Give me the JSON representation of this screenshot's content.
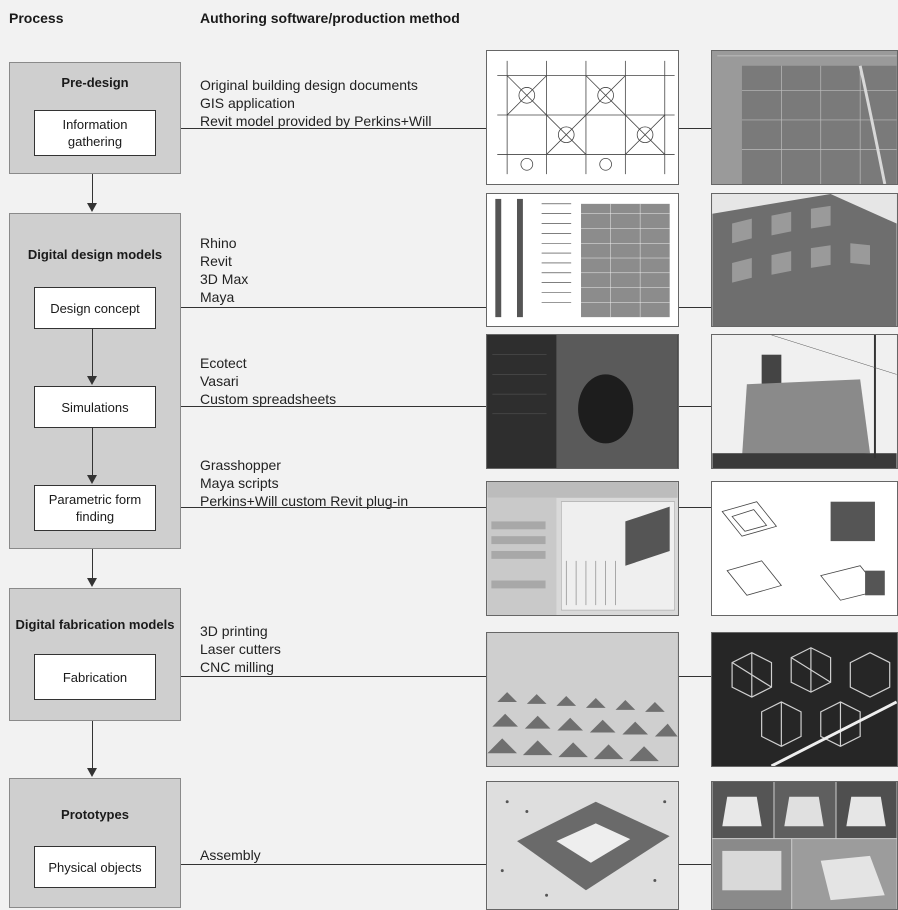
{
  "headers": {
    "process": "Process",
    "authoring": "Authoring software/production method"
  },
  "stages": {
    "predesign": {
      "title": "Pre-design",
      "steps": [
        "Information\ngathering"
      ]
    },
    "digital_design": {
      "title": "Digital design models",
      "steps": [
        "Design concept",
        "Simulations",
        "Parametric form\nfinding"
      ]
    },
    "digital_fab": {
      "title": "Digital fabrication models",
      "steps": [
        "Fabrication"
      ]
    },
    "prototypes": {
      "title": "Prototypes",
      "steps": [
        "Physical objects"
      ]
    }
  },
  "tools": {
    "information_gathering": [
      "Original building design documents",
      "GIS application",
      "Revit model provided by Perkins+Will"
    ],
    "design_concept": [
      "Rhino",
      "Revit",
      "3D Max",
      "Maya"
    ],
    "simulations": [
      "Ecotect",
      "Vasari",
      "Custom spreadsheets"
    ],
    "parametric": [
      "Grasshopper",
      "Maya scripts",
      "Perkins+Will custom Revit plug-in"
    ],
    "fabrication": [
      "3D printing",
      "Laser cutters",
      "CNC milling"
    ],
    "physical": [
      "Assembly"
    ]
  },
  "images": {
    "row1": [
      "architectural-plan-drawing",
      "gis-map"
    ],
    "row2": [
      "facade-fin-elevations",
      "building-facade-photo"
    ],
    "row3": [
      "simulation-software-screenshot",
      "building-exterior-photo"
    ],
    "row4": [
      "parametric-software-screenshot",
      "panel-render-diagrams"
    ],
    "row5": [
      "3d-printed-panel-closeup",
      "laser-cut-lattice-photo"
    ],
    "row6": [
      "milled-prototype-photo",
      "prototype-photo-collage"
    ]
  }
}
